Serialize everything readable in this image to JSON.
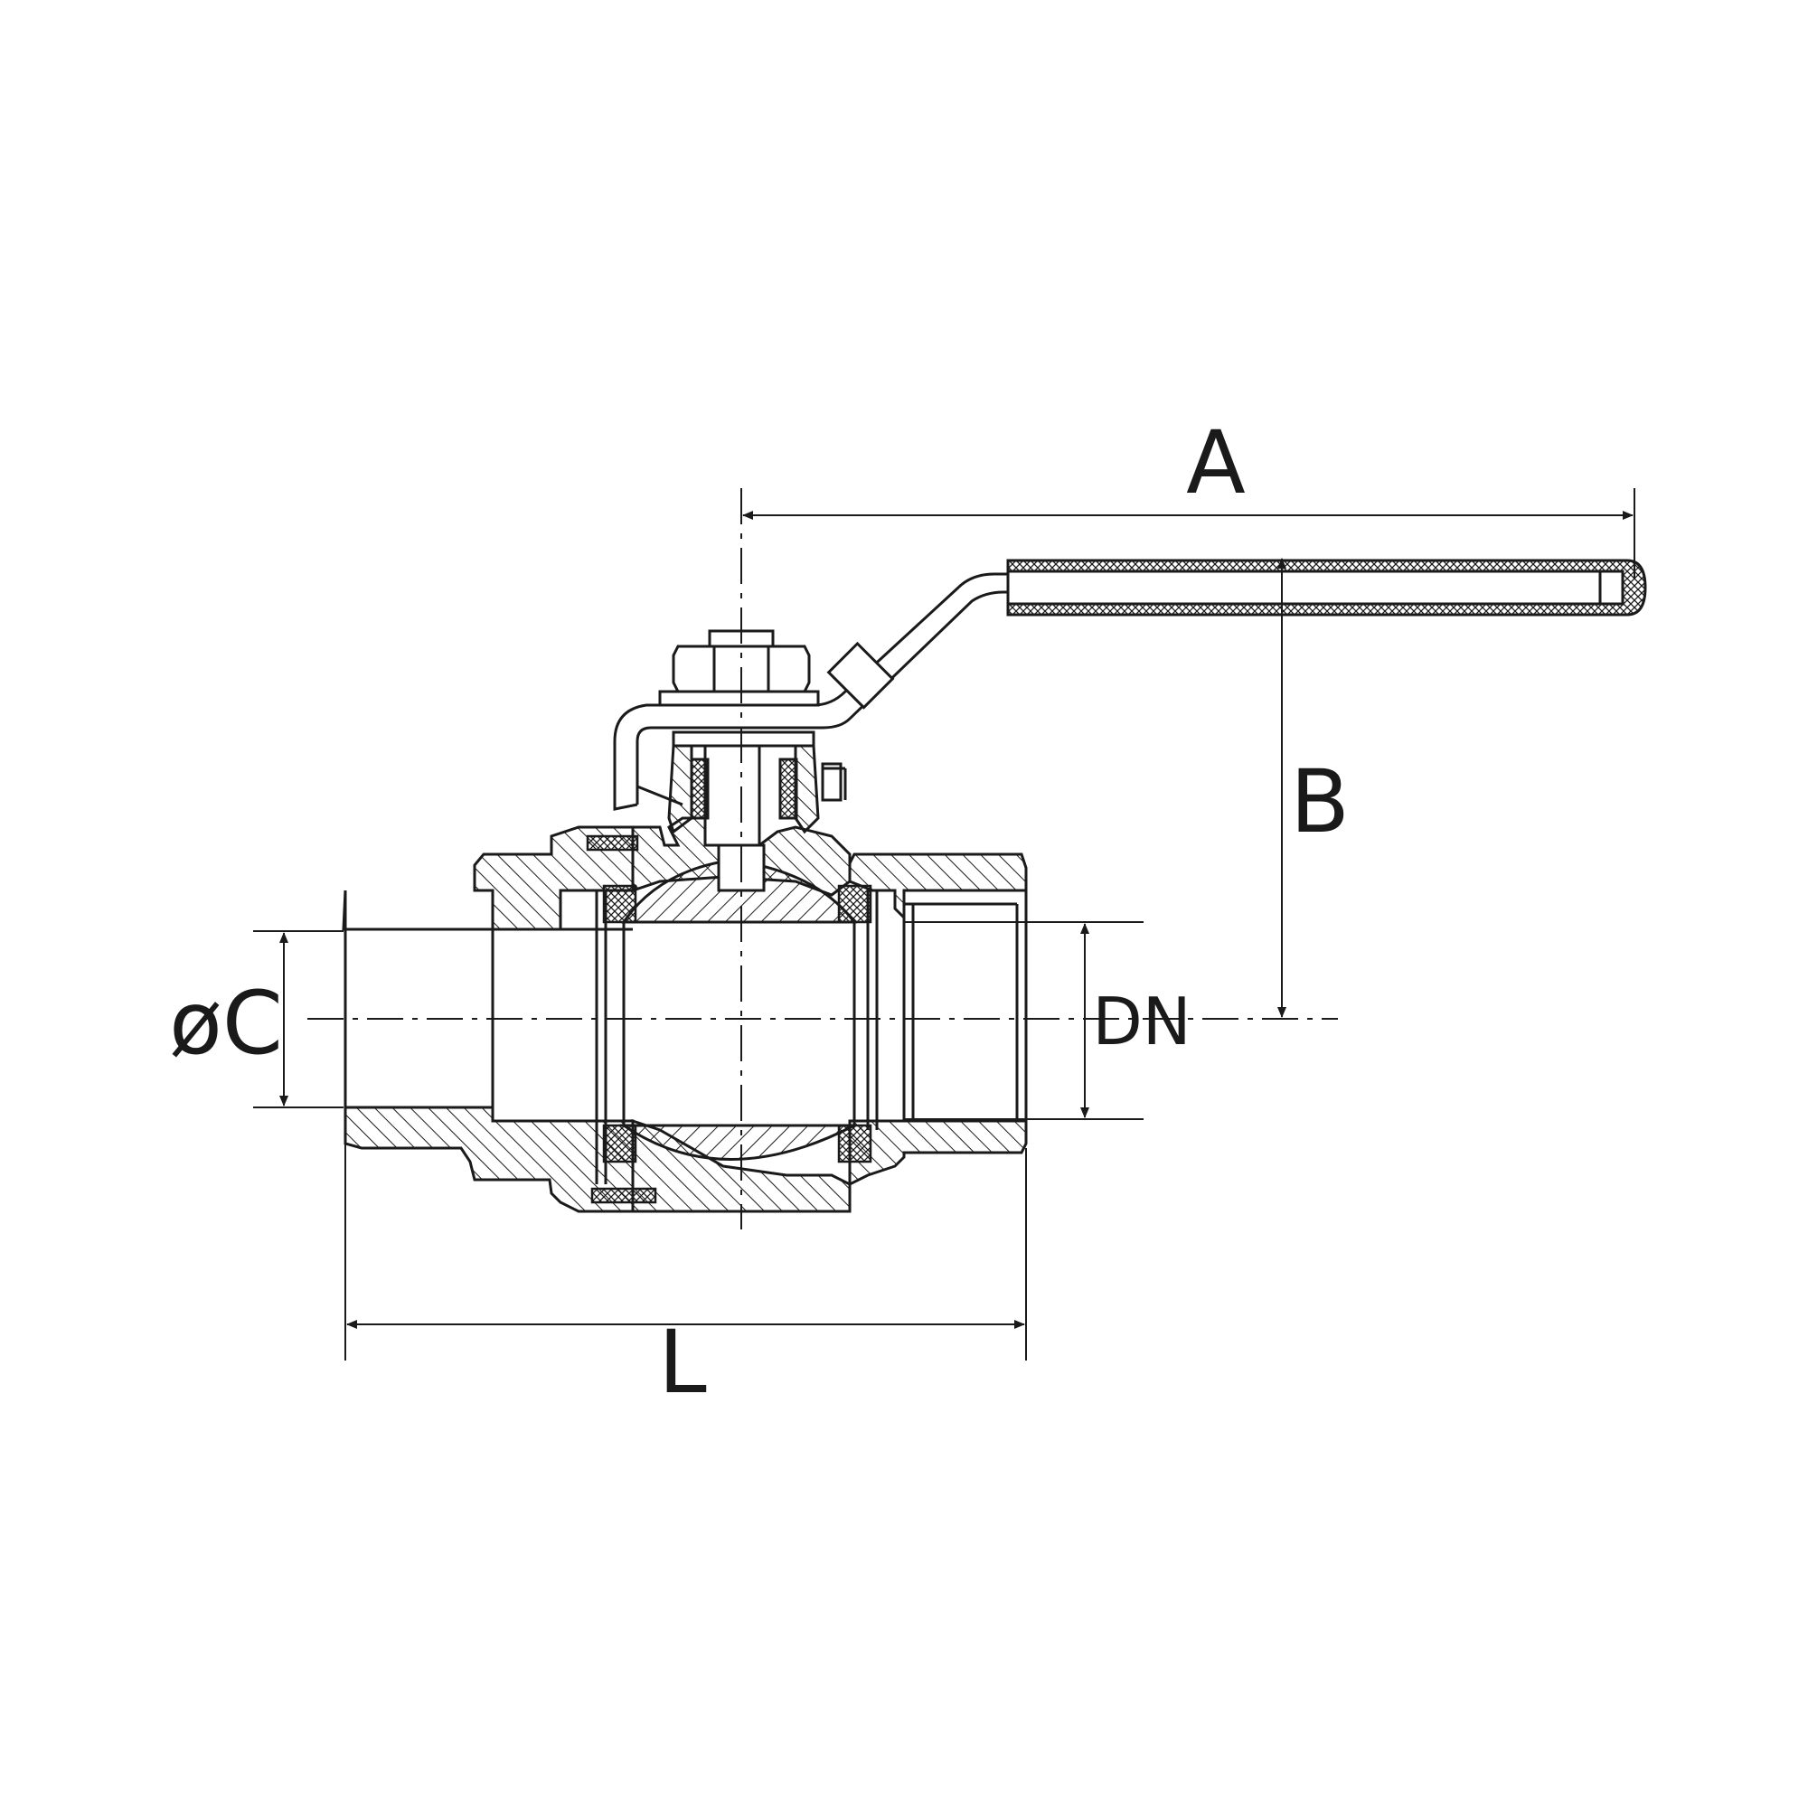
{
  "diagram": {
    "labels": {
      "handle_length": "A",
      "handle_height": "B",
      "pipe_diameter": "øC",
      "nominal_diameter": "DN",
      "body_length": "L"
    },
    "colors": {
      "line": "#1a1a1a",
      "background": "#ffffff"
    }
  }
}
